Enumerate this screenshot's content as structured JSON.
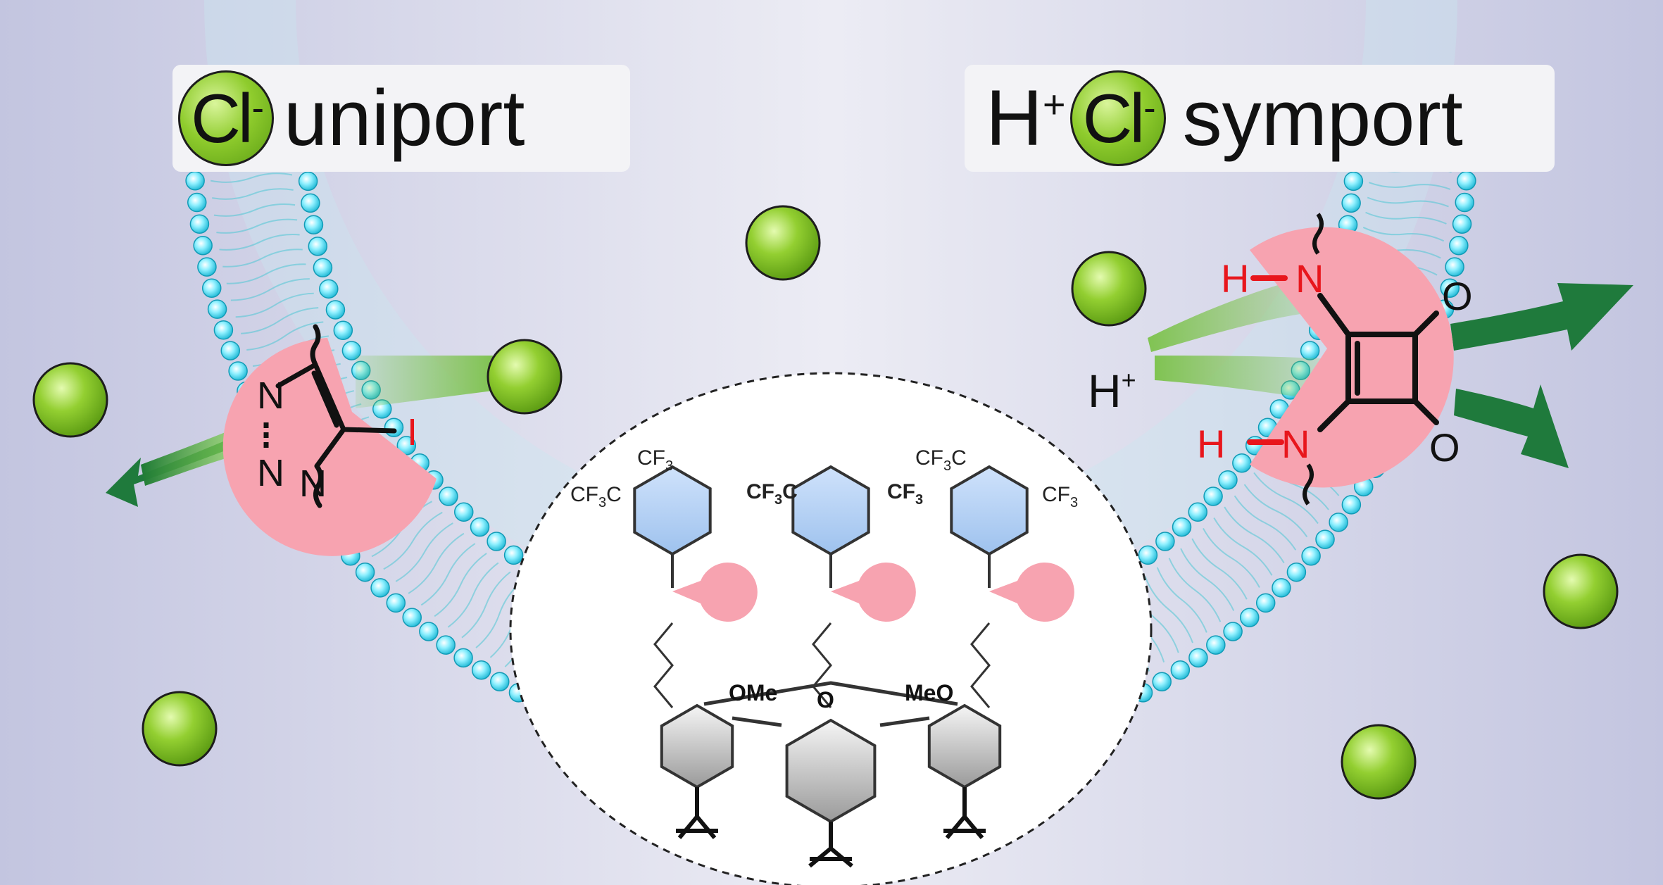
{
  "labels": {
    "uniport": {
      "ion": "Cl",
      "charge": "-",
      "text": "uniport"
    },
    "symport": {
      "cation": "H",
      "cation_charge": "+",
      "ion": "Cl",
      "charge": "-",
      "text": "symport"
    }
  },
  "triazole": {
    "atoms": [
      "N",
      "N",
      "N",
      "I"
    ]
  },
  "squaramide": {
    "atoms": [
      "H",
      "N",
      "H",
      "N",
      "O",
      "O"
    ]
  },
  "proton_marker": {
    "symbol": "H",
    "charge": "+"
  },
  "calixarene": {
    "substituents": [
      "CF",
      "3",
      "C",
      "OMe",
      "MeO",
      "O"
    ]
  },
  "colors": {
    "background": "#c8cae2",
    "membrane_bead": "#34d4f0",
    "membrane_lipid": "#4fc7d4",
    "chloride": "#8fcc2d",
    "pacman": "#f7a3b0",
    "arrow": "#1f7a3c",
    "highlight_atom": "#e8161c"
  }
}
